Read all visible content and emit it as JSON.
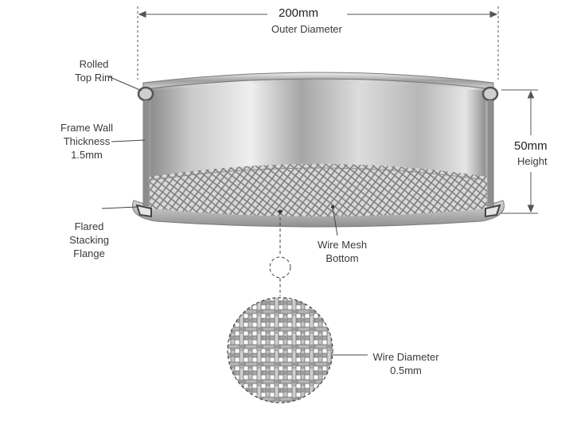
{
  "dimensions": {
    "diameter_value": "200mm",
    "diameter_label": "Outer Diameter",
    "height_value": "50mm",
    "height_label": "Height"
  },
  "callouts": {
    "rolled_rim": [
      "Rolled",
      "Top Rim"
    ],
    "frame_wall": [
      "Frame Wall",
      "Thickness",
      "1.5mm"
    ],
    "flange": [
      "Flared",
      "Stacking",
      "Flange"
    ],
    "wire_mesh": [
      "Wire Mesh",
      "Bottom"
    ],
    "wire_diameter": [
      "Wire Diameter",
      "0.5mm"
    ]
  },
  "colors": {
    "steel_light": "#e9e9e9",
    "steel_mid": "#b5b5b5",
    "steel_dark": "#6f6f6f",
    "mesh": "#8a8a8a",
    "dimension_line": "#555555",
    "background": "#ffffff"
  }
}
